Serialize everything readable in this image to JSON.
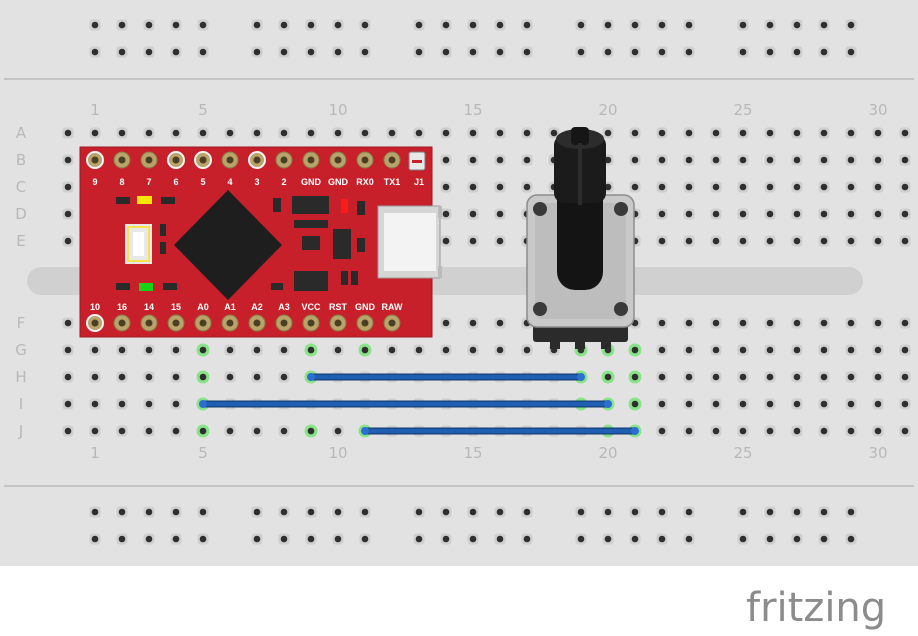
{
  "breadboard": {
    "row_labels_top": [
      "A",
      "B",
      "C",
      "D",
      "E"
    ],
    "row_labels_bottom": [
      "F",
      "G",
      "H",
      "I",
      "J"
    ],
    "column_numbers": [
      "1",
      "5",
      "10",
      "15",
      "20",
      "25",
      "30"
    ]
  },
  "arduino": {
    "pins_top": [
      "9",
      "8",
      "7",
      "6",
      "5",
      "4",
      "3",
      "2",
      "GND",
      "GND",
      "RX0",
      "TX1",
      "J1"
    ],
    "pins_bottom": [
      "10",
      "16",
      "14",
      "15",
      "A0",
      "A1",
      "A2",
      "A3",
      "VCC",
      "RST",
      "GND",
      "RAW"
    ],
    "board_color": "#c8202a"
  },
  "potentiometer": {
    "body_color": "#c9c9c9",
    "knob_color": "#1b1b1b"
  },
  "wires": {
    "color": "#1e5fb4"
  },
  "watermark": {
    "text": "fritzing"
  }
}
